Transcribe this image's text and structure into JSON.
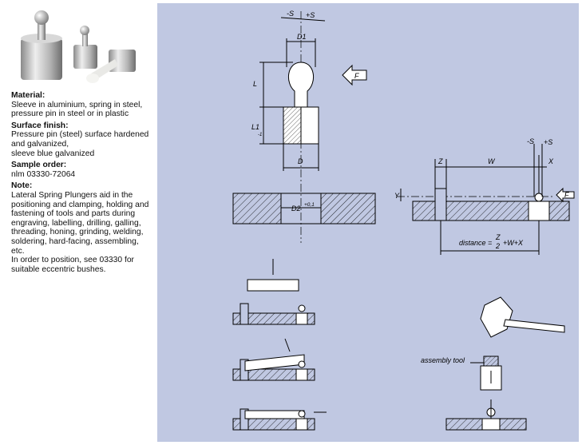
{
  "material": {
    "heading": "Material:",
    "lines": [
      "Sleeve in aluminium, spring in steel,",
      "pressure pin in steel or in plastic"
    ]
  },
  "surface_finish": {
    "heading": "Surface finish:",
    "lines": [
      "Pressure pin (steel) surface hardened",
      "and galvanized,",
      "sleeve blue galvanized"
    ]
  },
  "sample_order": {
    "heading": "Sample order:",
    "lines": [
      "nlm 03330-72064"
    ]
  },
  "note": {
    "heading": "Note:",
    "lines": [
      "Lateral Spring Plungers aid in the",
      "positioning and clamping, holding and",
      "fastening of tools and parts during",
      "engraving, labelling, drilling, galling,",
      "threading, honing, grinding, welding,",
      "soldering, hard-facing, assembling,",
      "etc.",
      "In order to position, see 03330 for",
      "suitable eccentric bushes."
    ]
  },
  "drawing_labels": {
    "minus_s": "-S",
    "plus_s": "+S",
    "d1": "D1",
    "l": "L",
    "l1": "L1",
    "l1_tol": "-1",
    "d": "D",
    "f": "F",
    "d2": "D2",
    "d2_tol": "+0,1",
    "z": "Z",
    "w": "W",
    "x": "X",
    "y": "Y",
    "minus_s2": "-S",
    "plus_s2": "+S",
    "f2": "F",
    "distance": "distance =",
    "distance_frac_num": "Z",
    "distance_frac_den": "2",
    "distance_rest": "+W+X",
    "assembly_tool": "assembly tool"
  },
  "colors": {
    "drawing_bg": "#c0c8e2",
    "line": "#000000",
    "text": "#111111"
  }
}
